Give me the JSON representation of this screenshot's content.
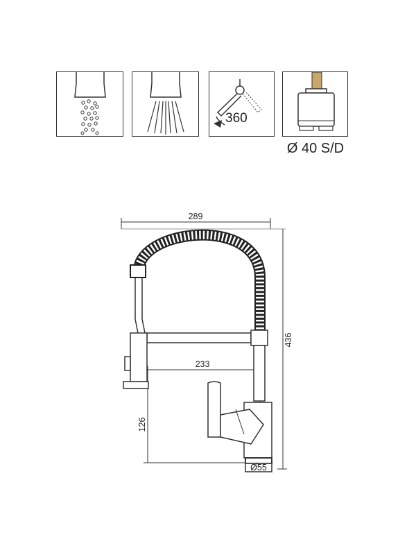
{
  "features": {
    "aerated_spray": {
      "icon": "aerated-spray-icon"
    },
    "shower_spray": {
      "icon": "shower-spray-icon"
    },
    "rotation": {
      "icon": "rotation-360-icon",
      "label": "360"
    },
    "cartridge": {
      "icon": "cartridge-icon",
      "label": "Ø 40 S/D"
    }
  },
  "dimensions": {
    "width": "289",
    "height": "436",
    "reach": "233",
    "spout_height": "126",
    "base_diameter": "Ø55"
  },
  "colors": {
    "line": "#333333",
    "cartridge_stem": "#c9a66b"
  }
}
